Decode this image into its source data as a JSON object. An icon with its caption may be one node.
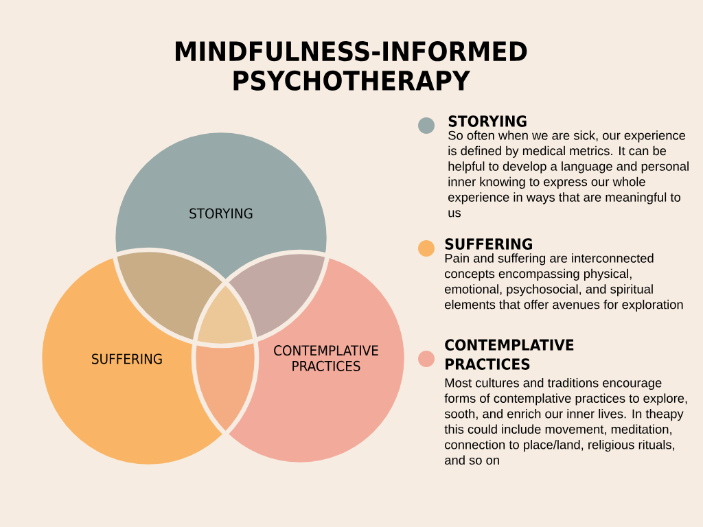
{
  "diagram": {
    "title": "MINDFULNESS-INFORMED PSYCHOTHERAPY",
    "nodes": [
      {
        "text": [
          "STORYING"
        ]
      },
      {
        "text": [
          "SUFFERING"
        ]
      },
      {
        "text": [
          "CONTEMPLATIVE PRACTICES"
        ]
      },
      {
        "text": [
          "STORYING",
          "So often when we are sick, our experience is defined by medical metrics. It can be helpful to develop a language and personal inner knowing to express our whole experience in ways that are meaningful to us"
        ]
      },
      {
        "text": [
          "SUFFERING",
          "Pain and suffering are interconnected concepts encompassing physical, emotional, psychosocial, and spiritual elements that offer avenues for exploration"
        ]
      },
      {
        "text": [
          "CONTEMPLATIVE PRACTICES",
          "Most cultures and traditions encourage forms of contemplative practices to explore, sooth, and enrich our inner lives. In theapy this could include movement, meditation, connection to place/land, religious rituals, and so on"
        ]
      }
    ],
    "edges": []
  }
}
